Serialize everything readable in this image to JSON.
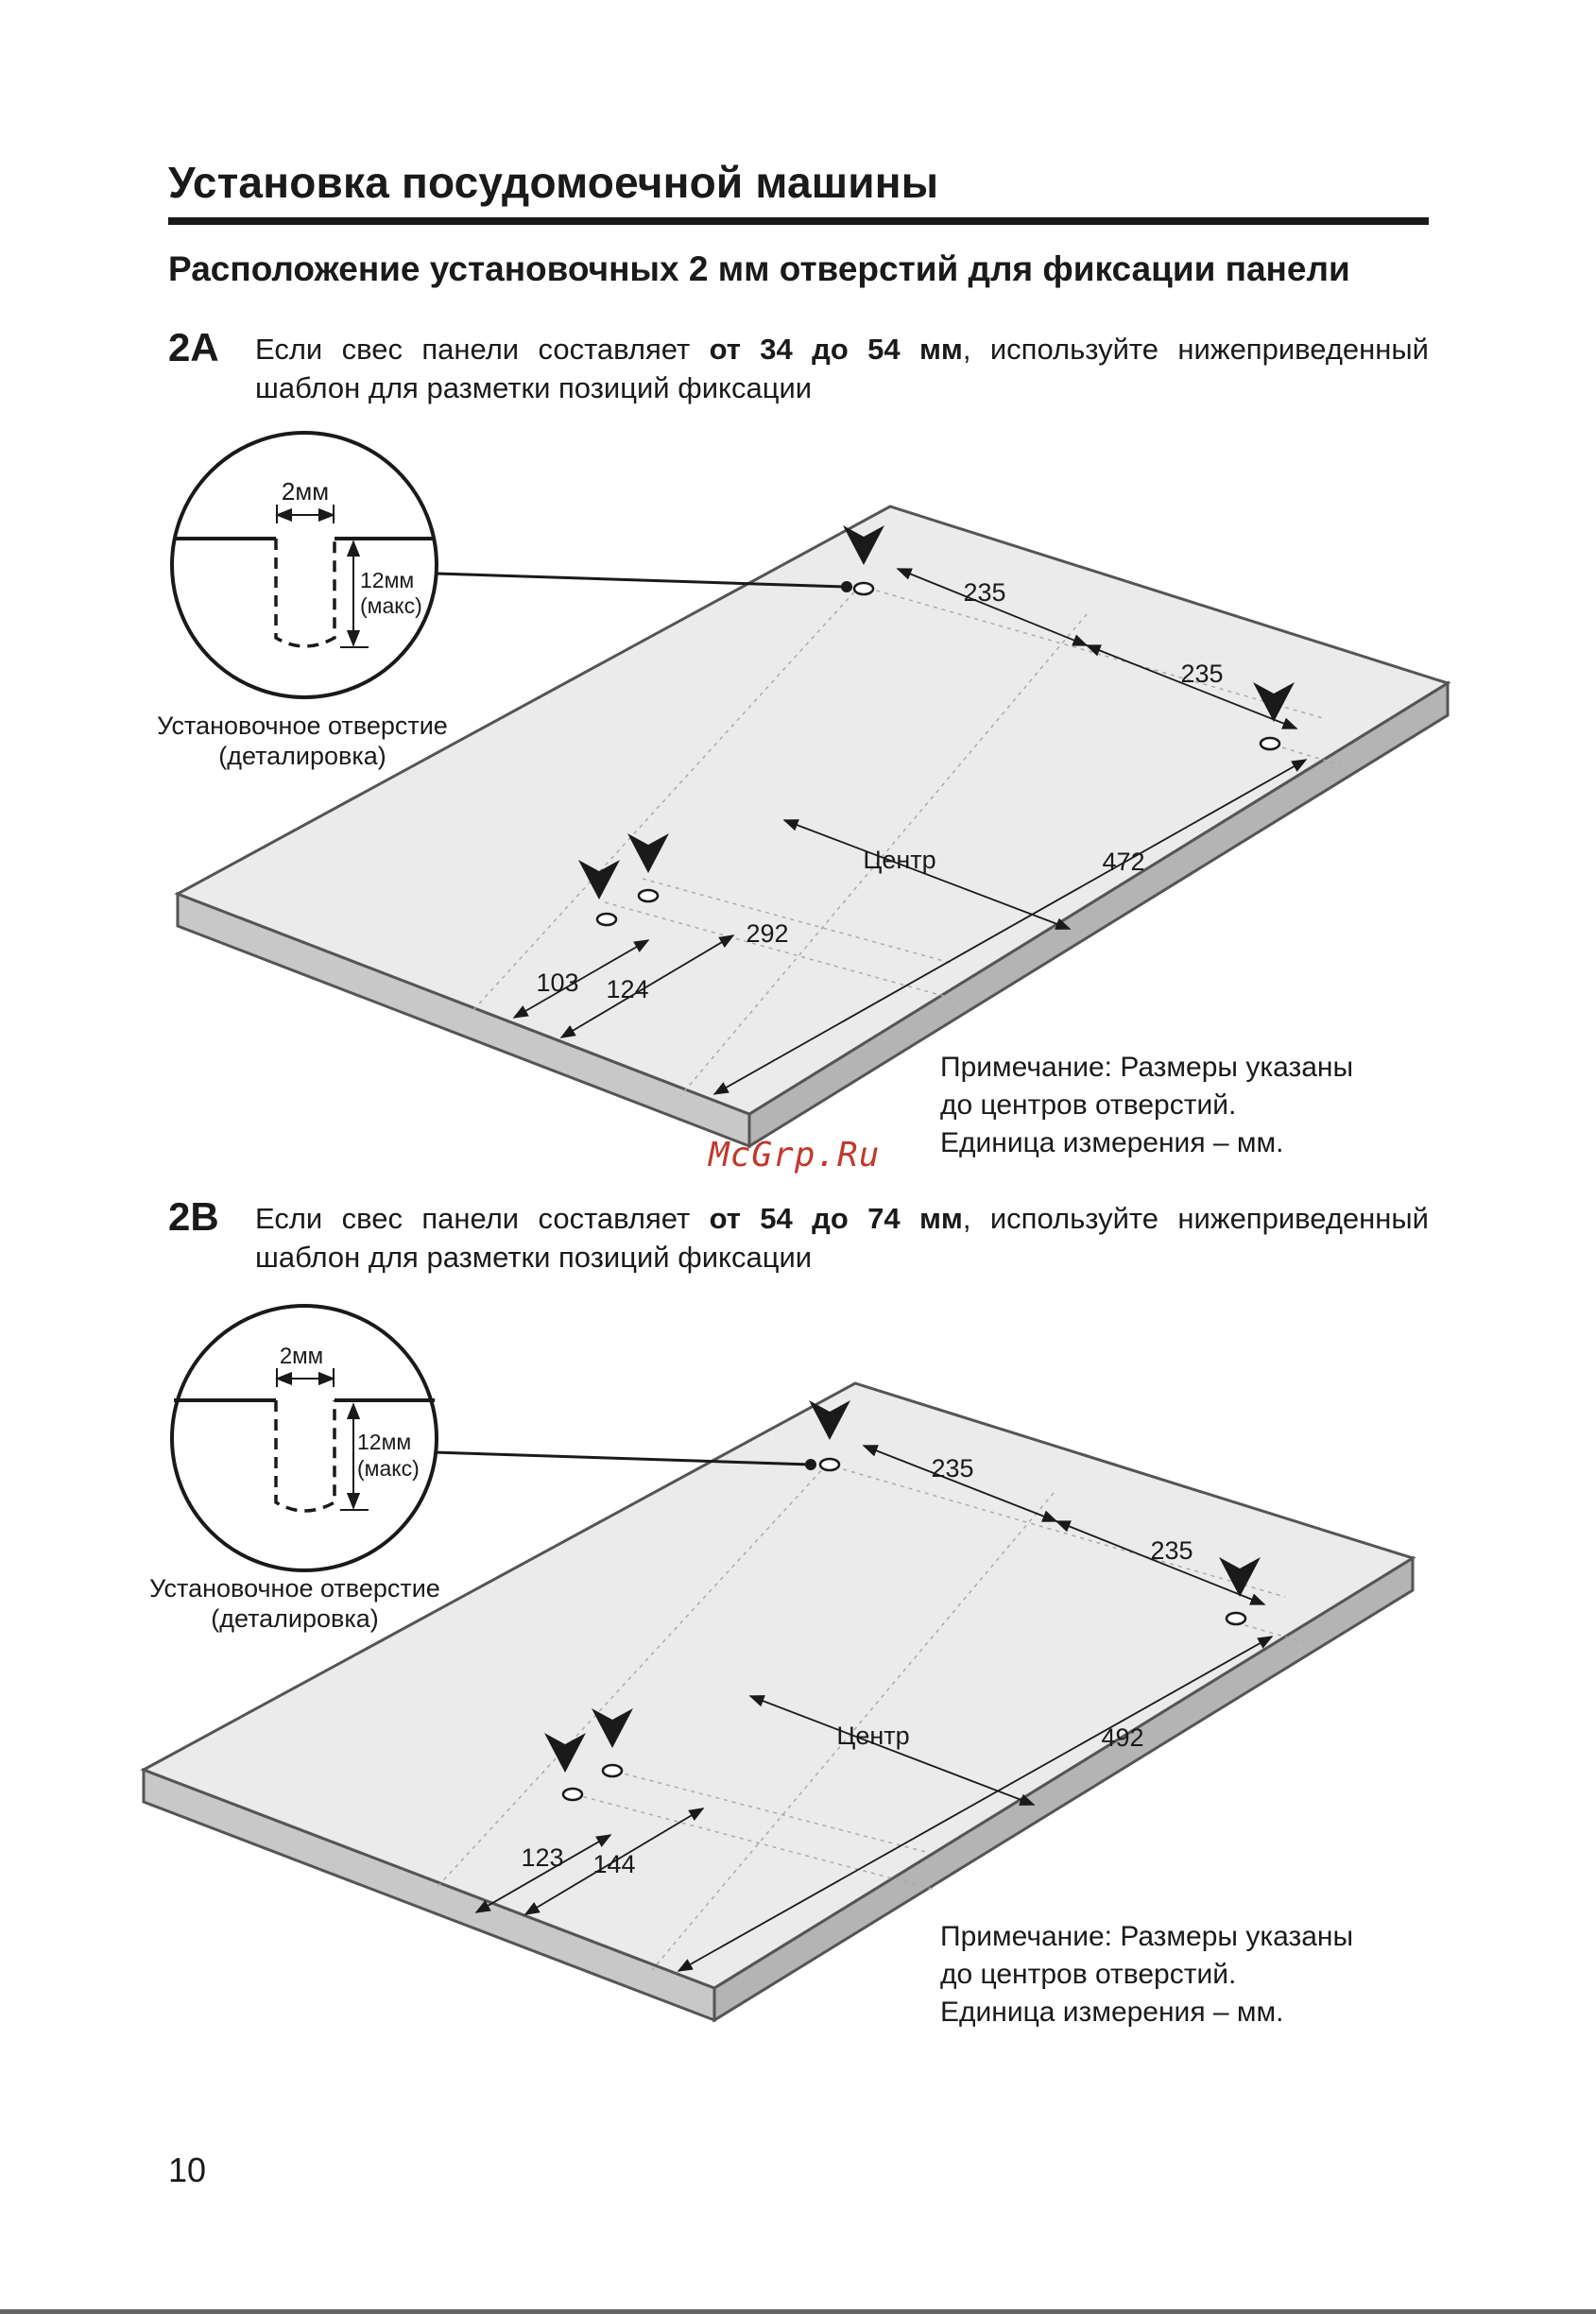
{
  "header": {
    "title": "Установка посудомоечной машины",
    "subtitle": "Расположение установочных 2 мм отверстий для фиксации панели"
  },
  "sections": [
    {
      "id": "2A",
      "label": "2A",
      "text_before": "Если свес панели составляет ",
      "text_bold": "от 34 до 54 мм",
      "text_after": ", используйте нижеприведенный шаблон для разметки позиций фиксации",
      "detail": {
        "width_label": "2мм",
        "depth_label": "12мм",
        "depth_note": "(макс)",
        "caption_line1": "Установочное отверстие",
        "caption_line2": "(деталировка)"
      },
      "dimensions": {
        "top_spacing_1": "235",
        "top_spacing_2": "235",
        "center_label": "Центр",
        "center_distance": "472",
        "front_offset_1": "103",
        "front_offset_2": "124",
        "side_distance": "292"
      },
      "note": {
        "line1": "Примечание: Размеры указаны",
        "line2": "до центров отверстий.",
        "line3": "Единица измерения – мм."
      }
    },
    {
      "id": "2B",
      "label": "2B",
      "text_before": "Если свес панели составляет ",
      "text_bold": "от 54 до 74 мм",
      "text_after": ", используйте нижеприведенный шаблон для разметки позиций фиксации",
      "detail": {
        "width_label": "2мм",
        "depth_label": "12мм",
        "depth_note": "(макс)",
        "caption_line1": "Установочное отверстие",
        "caption_line2": "(деталировка)"
      },
      "dimensions": {
        "top_spacing_1": "235",
        "top_spacing_2": "235",
        "center_label": "Центр",
        "center_distance": "492",
        "front_offset_1": "123",
        "front_offset_2": "144"
      },
      "note": {
        "line1": "Примечание: Размеры указаны",
        "line2": "до центров отверстий.",
        "line3": "Единица измерения – мм."
      }
    }
  ],
  "watermark": "McGrp.Ru",
  "footer": {
    "page_number": "10"
  }
}
